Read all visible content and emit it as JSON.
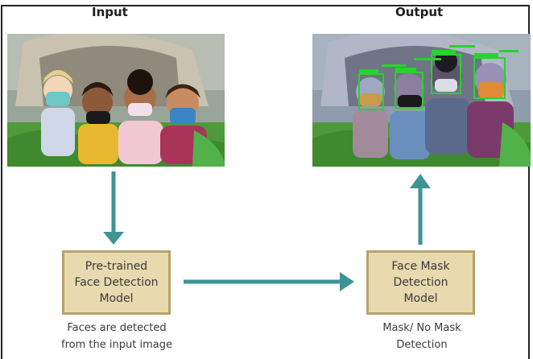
{
  "headings": {
    "input": "Input",
    "output": "Output"
  },
  "boxes": {
    "face_detection": "Pre-trained\nFace Detection\nModel",
    "mask_detection": "Face Mask\nDetection\nModel"
  },
  "captions": {
    "face_detection": "Faces are detected\nfrom the input image",
    "mask_detection": "Mask/ No Mask\nDetection"
  },
  "colors": {
    "arrow": "#3e9494",
    "box_fill": "#e8d9ae",
    "box_border": "#b5a36b",
    "detection_box": "#27d32d"
  }
}
